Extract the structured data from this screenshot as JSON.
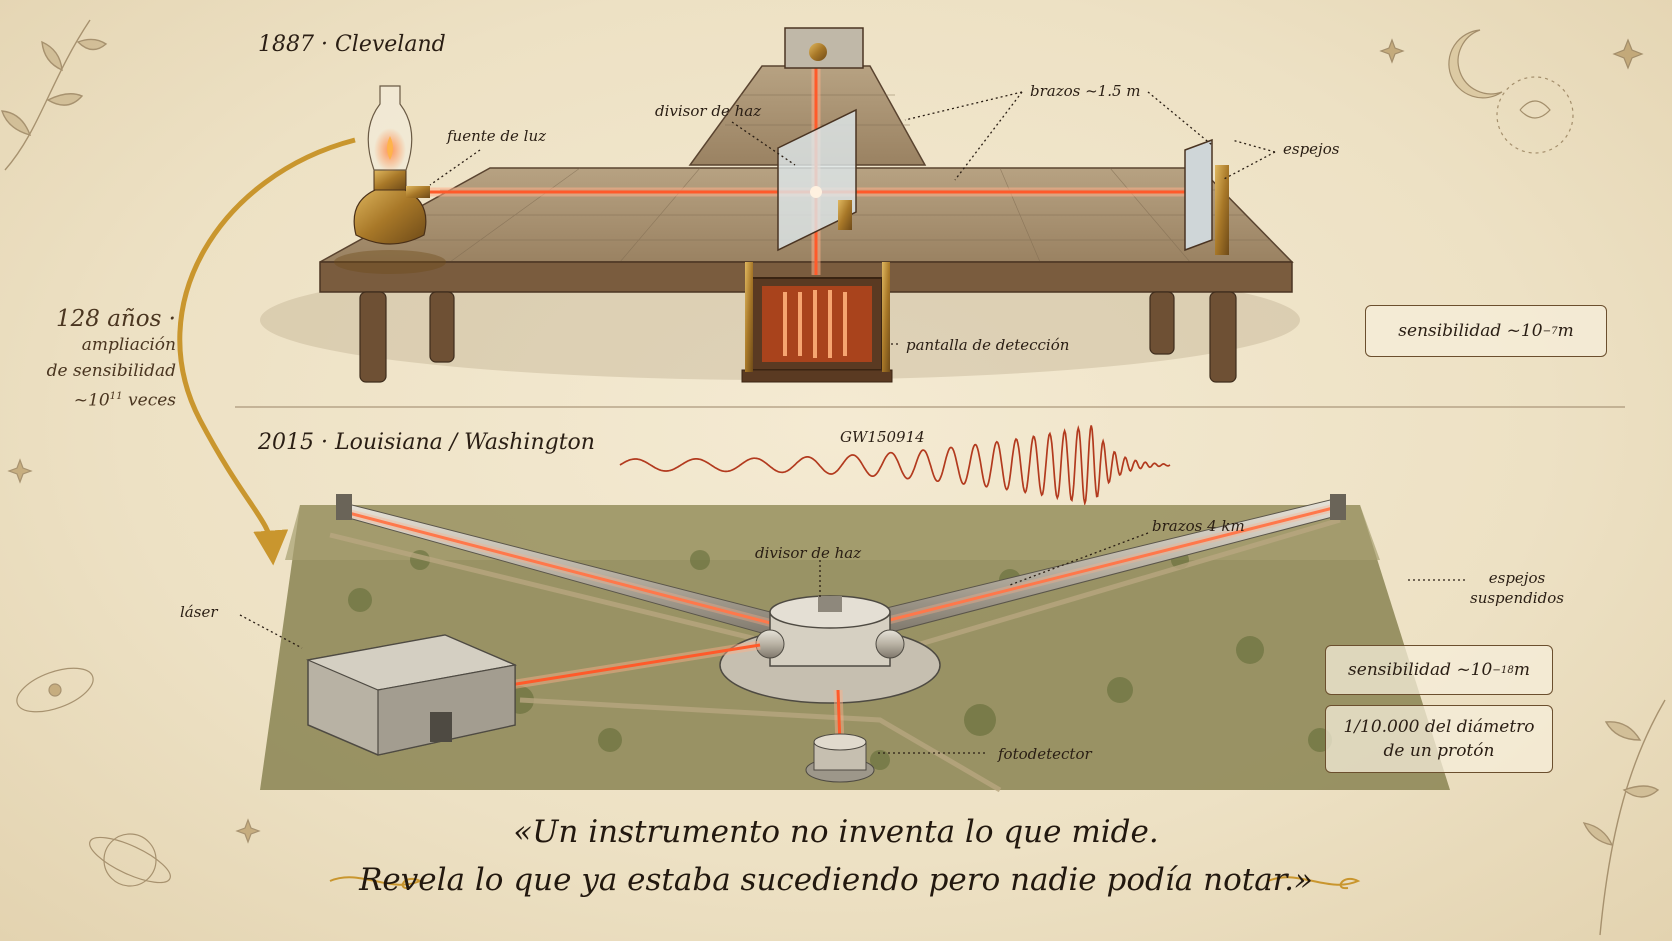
{
  "sections": {
    "top_title": "1887 · Cleveland",
    "bottom_title": "2015 · Louisiana / Washington"
  },
  "michelson": {
    "light_source": "fuente de luz",
    "beam_splitter": "divisor de haz",
    "arms": "brazos ~1.5 m",
    "mirrors": "espejos",
    "detector_screen": "pantalla de detección",
    "sensitivity_prefix": "sensibilidad ~10",
    "sensitivity_exp": "−7",
    "sensitivity_unit": " m"
  },
  "timeline": {
    "years": "128 años ·",
    "line1": "ampliación",
    "line2": "de sensibilidad",
    "factor_prefix": "~10",
    "factor_exp": "11",
    "factor_suffix": " veces"
  },
  "ligo": {
    "event": "GW150914",
    "arms": "brazos 4 km",
    "beam_splitter": "divisor de haz",
    "laser": "láser",
    "mirrors_line1": "espejos",
    "mirrors_line2": "suspendidos",
    "photodetector": "fotodetector",
    "sensitivity_prefix": "sensibilidad ~10",
    "sensitivity_exp": "−18",
    "sensitivity_unit": " m",
    "comparison_line1": "1/10.000 del diámetro",
    "comparison_line2": "de un protón"
  },
  "quote": {
    "line1": "«Un instrumento no inventa lo que mide.",
    "line2": "Revela lo que ya estaba sucediendo pero nadie podía notar.»"
  },
  "colors": {
    "parchment": "#efe4c9",
    "ink": "#2a1e14",
    "beam": "#ff6a3a",
    "gold": "#c9962e",
    "wood": "#8a6a48",
    "field": "#7d7a48"
  }
}
